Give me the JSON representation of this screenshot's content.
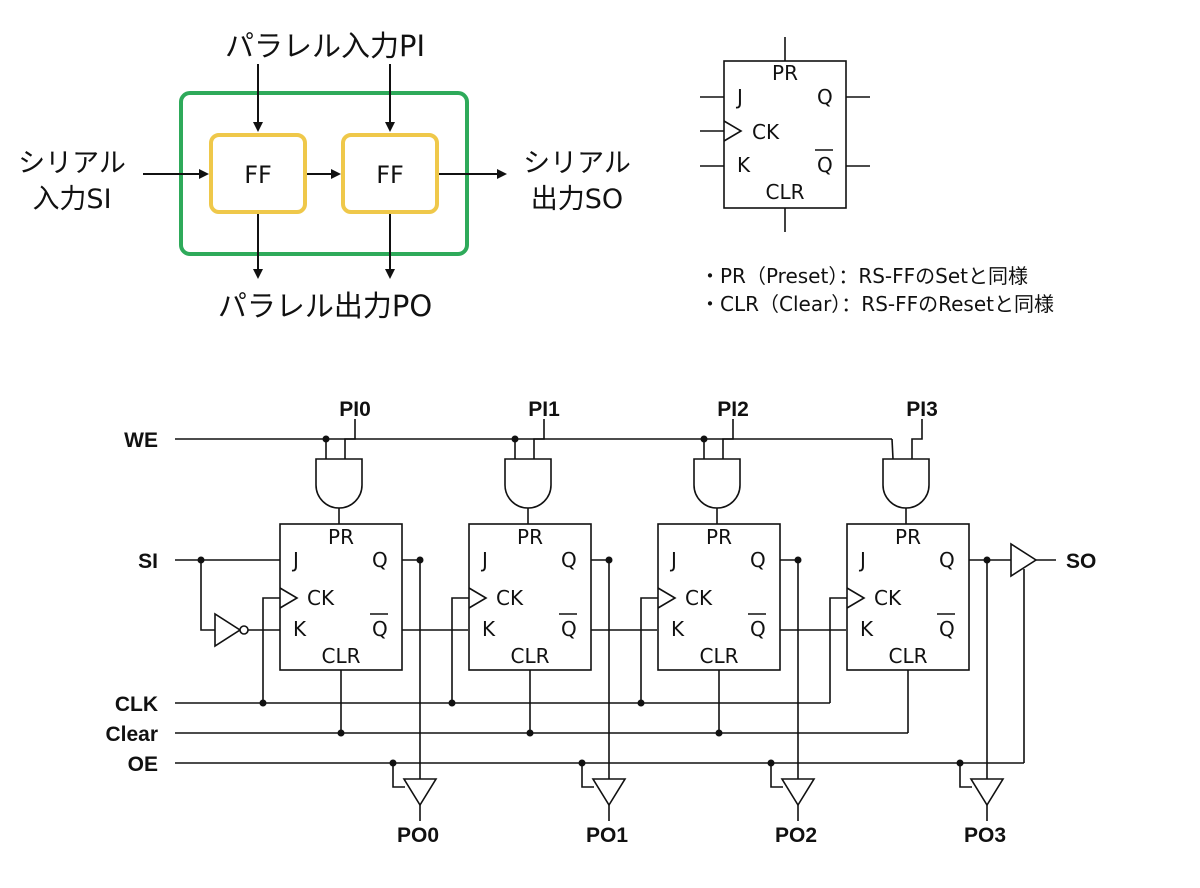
{
  "block_diagram": {
    "parallel_in": "パラレル入力PI",
    "parallel_out": "パラレル出力PO",
    "serial_in_line1": "シリアル",
    "serial_in_line2": "入力SI",
    "serial_out_line1": "シリアル",
    "serial_out_line2": "出力SO",
    "ff1": "FF",
    "ff2": "FF",
    "colors": {
      "outer_frame": "#2eaa5a",
      "ff_frame": "#efc84a"
    }
  },
  "jk_symbol": {
    "pr": "PR",
    "j": "J",
    "q": "Q",
    "ck": "CK",
    "k": "K",
    "qbar": "Q",
    "clr": "CLR"
  },
  "notes": [
    "・PR（Preset）：RS-FFのSetと同様",
    "・CLR（Clear）：RS-FFのResetと同様"
  ],
  "circuit": {
    "inputs": {
      "we": "WE",
      "si": "SI",
      "clk": "CLK",
      "clear": "Clear",
      "oe": "OE"
    },
    "output_so": "SO",
    "flipflops": [
      {
        "pi": "PI0",
        "po": "PO0",
        "pr": "PR",
        "j": "J",
        "q": "Q",
        "ck": "CK",
        "k": "K",
        "qbar": "Q",
        "clr": "CLR"
      },
      {
        "pi": "PI1",
        "po": "PO1",
        "pr": "PR",
        "j": "J",
        "q": "Q",
        "ck": "CK",
        "k": "K",
        "qbar": "Q",
        "clr": "CLR"
      },
      {
        "pi": "PI2",
        "po": "PO2",
        "pr": "PR",
        "j": "J",
        "q": "Q",
        "ck": "CK",
        "k": "K",
        "qbar": "Q",
        "clr": "CLR"
      },
      {
        "pi": "PI3",
        "po": "PO3",
        "pr": "PR",
        "j": "J",
        "q": "Q",
        "ck": "CK",
        "k": "K",
        "qbar": "Q",
        "clr": "CLR"
      }
    ]
  }
}
